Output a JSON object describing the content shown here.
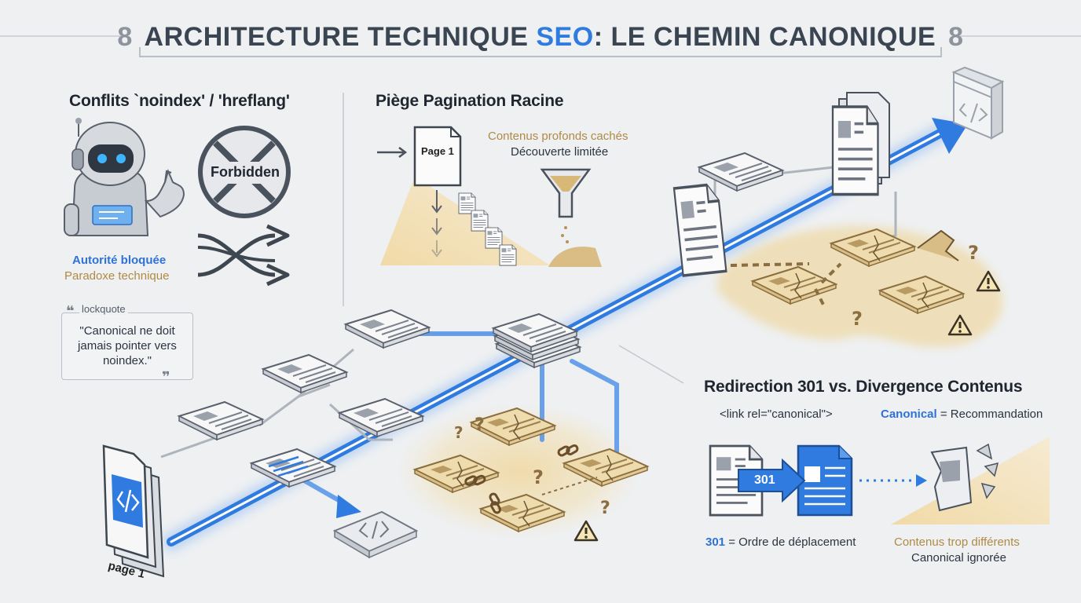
{
  "title": {
    "ornament_left": "8",
    "prefix": "ARCHITECTURE TECHNIQUE ",
    "highlight": "SEO",
    "suffix": ": LE CHEMIN CANONIQUE",
    "ornament_right": "8"
  },
  "conflicts": {
    "heading": "Conflits `noindex' / 'hreflang'",
    "forbidden_label": "Forbidden",
    "authority": "Autorité bloquée",
    "paradox": "Paradoxe technique",
    "quote_label": "lockquote",
    "quote": "\"Canonical ne doit jamais pointer vers noindex.\""
  },
  "pagination": {
    "heading": "Piège Pagination Racine",
    "page_label": "Page 1",
    "hidden_content": "Contenus profonds cachés",
    "limited_discovery": "Découverte limitée"
  },
  "main_page": {
    "label": "page 1"
  },
  "redirection": {
    "heading": "Redirection 301 vs. Divergence Contenus",
    "link_tag": "<link rel=\"canonical\">",
    "canonical_word": "Canonical",
    "canonical_rest": " = Recommandation",
    "badge": "301",
    "code_word": "301",
    "code_rest": " = Ordre de déplacement",
    "too_different": "Contenus trop différents",
    "canonical_ignored": "Canonical ignorée"
  },
  "colors": {
    "accent_blue": "#2f7be0",
    "sand": "#eed9a8",
    "gold_text": "#b08a45",
    "warning": "#c79a3d"
  }
}
